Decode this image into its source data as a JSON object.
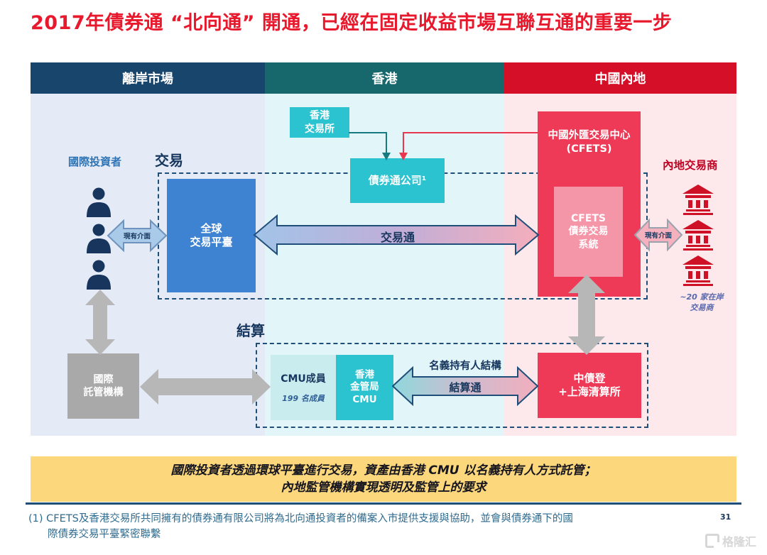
{
  "title": "2017年債券通 “北向通” 開通，已經在固定收益市場互聯互通的重要一步",
  "header": {
    "offshore": "離岸市場",
    "hongkong": "香港",
    "mainland": "中國內地"
  },
  "sections": {
    "trading": "交易",
    "settlement": "結算"
  },
  "labels": {
    "international_investors": "國際投資者",
    "mainland_dealers": "內地交易商",
    "dealers_count": "~20 家在岸\n交易商",
    "existing_interface_left": "現有介面",
    "existing_interface_right": "現有介面",
    "nominee_structure": "名義持有人結構"
  },
  "boxes": {
    "hkex": "香港\n交易所",
    "bond_connect_company": "債券通公司¹",
    "global_trading_platform": "全球\n交易平臺",
    "cfets": "中國外匯交易中心\n(CFETS)",
    "cfets_bond_trading_system": "CFETS\n債券交易\n系統",
    "international_custodian": "國際\n託管機構",
    "cmu_members": "CMU成員",
    "cmu_members_count": "199 名成員",
    "hkma_cmu": "香港\n金管局\nCMU",
    "ccdc_shch": "中債登\n+上海清算所"
  },
  "arrows": {
    "trading_link": "交易通",
    "settlement_link": "結算通"
  },
  "banner": {
    "line1": "國際投資者透過環球平臺進行交易，資產由香港 CMU 以名義持有人方式託管；",
    "line2": "內地監管機構實現透明及監管上的要求"
  },
  "footnote": {
    "line1": "(1) CFETS及香港交易所共同擁有的債券通有限公司將為北向通投資者的備案入市提供支援與協助，並會與債券通下的國",
    "line2": "際債券交易平臺緊密聯繫"
  },
  "page_number": "31",
  "watermark": "格隆汇",
  "colors": {
    "title_red": "#e8192d",
    "header_navy": "#17456b",
    "header_teal": "#17686d",
    "header_red": "#d50f27",
    "box_teal": "#2cc3d0",
    "box_blue": "#3e82d2",
    "box_red": "#ee3a56",
    "box_pink": "#f595a8",
    "box_grey": "#a9a9a9",
    "banner_yellow": "#fcd77b",
    "dash_navy": "#1f4e79"
  }
}
